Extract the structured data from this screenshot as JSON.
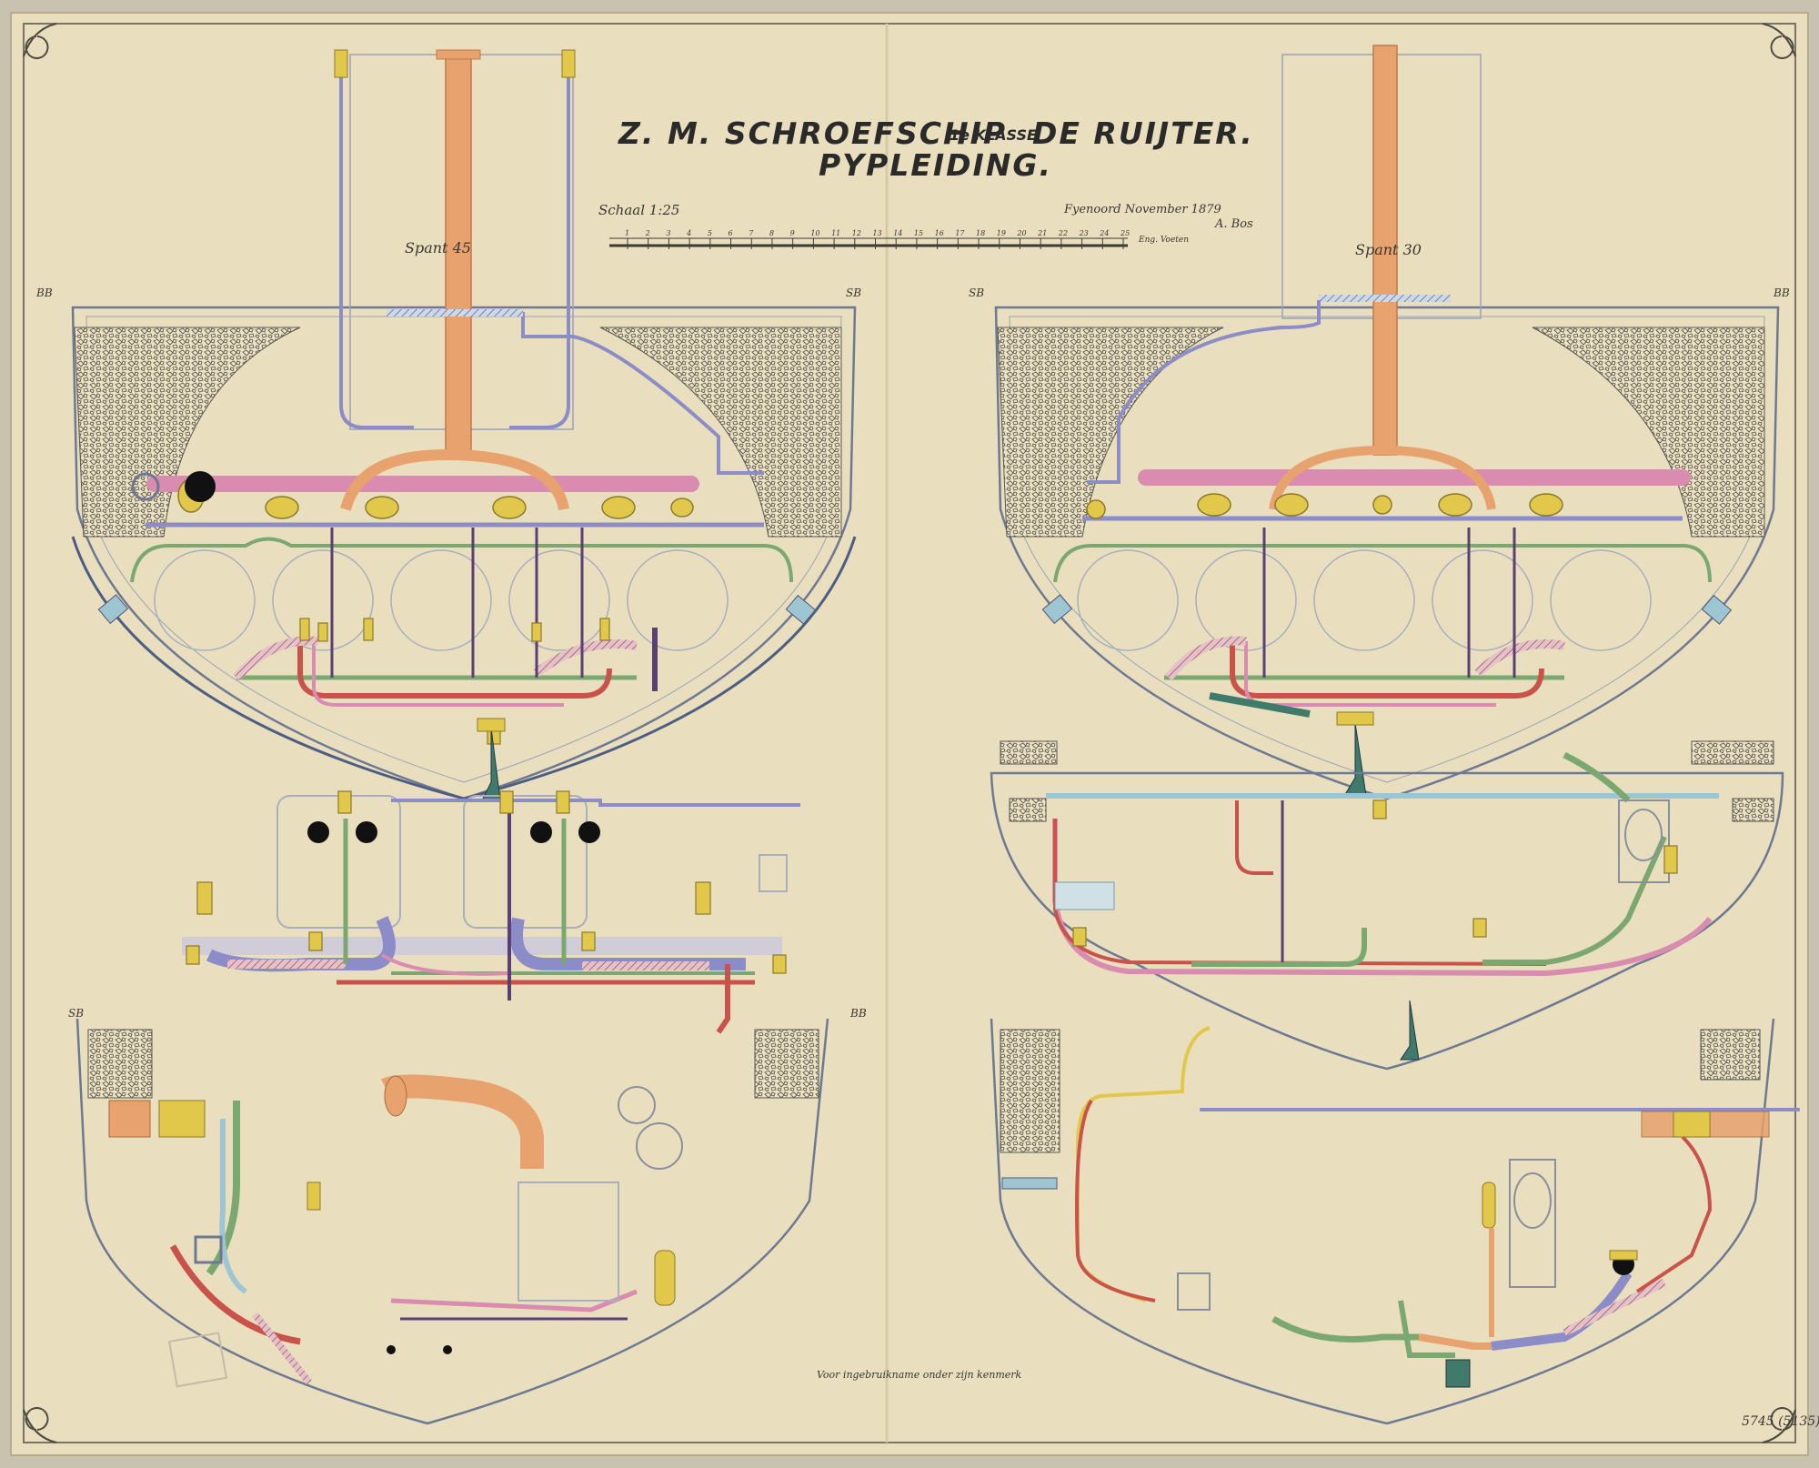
{
  "drawing": {
    "title_line1_a": "Z. M. SCHROEFSCHIP",
    "title_line1_b": "1e KLASSE",
    "title_line1_c": "DE RUIJTER.",
    "title_line2": "PYPLEIDING.",
    "scale_text": "Schaal 1:25",
    "place_date": "Fyenoord November 1879",
    "signature": "A. Bos",
    "scale_units_label": "Eng. Voeten",
    "scale_ticks": [
      "1",
      "2",
      "3",
      "4",
      "5",
      "6",
      "7",
      "8",
      "9",
      "10",
      "11",
      "12",
      "13",
      "14",
      "15",
      "16",
      "17",
      "18",
      "19",
      "20",
      "21",
      "22",
      "23",
      "24",
      "25"
    ],
    "frame_left": "Spant 45",
    "frame_right": "Spant 30",
    "side_labels": {
      "bb": "BB",
      "sb": "SB"
    },
    "bottom_note": "Voor ingebruikname onder zijn kenmerk",
    "archive_stamp": "5745 (5135)"
  },
  "colors": {
    "paper": "#e9dfbf",
    "paper_edge": "#d9cca6",
    "ink": "#5b6b88",
    "funnel": "#e7a26e",
    "brass": "#e2c84a",
    "green": "#7aa870",
    "red": "#c9524a",
    "pink": "#d98bb0",
    "purple": "#8b8cc8",
    "blue": "#9ec6d2",
    "coal": "#6b6558"
  }
}
